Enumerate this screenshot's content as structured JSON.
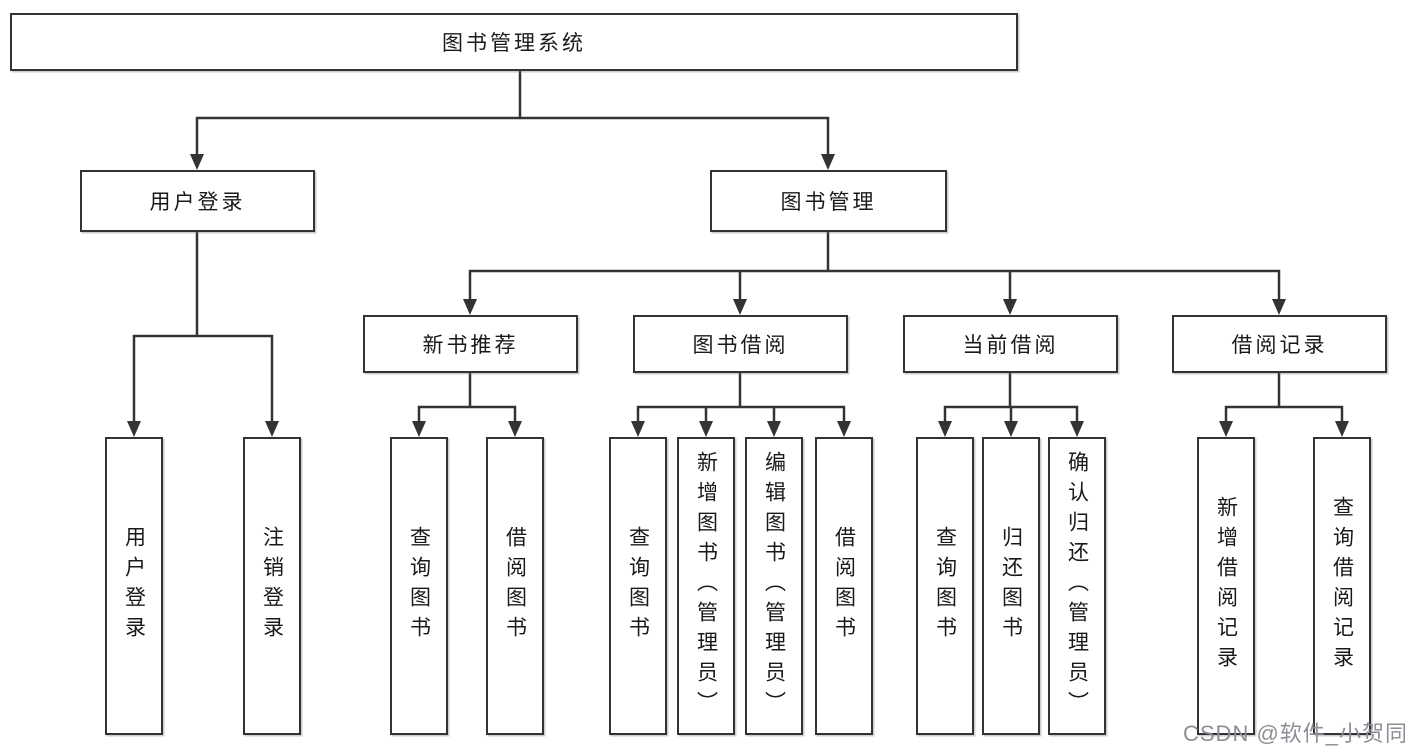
{
  "diagram": {
    "root": {
      "label": "图书管理系统"
    },
    "groups": {
      "user_login": {
        "label": "用户登录",
        "children": {
          "login": {
            "label": "用户登录"
          },
          "logout": {
            "label": "注销登录"
          }
        }
      },
      "book_mgmt": {
        "label": "图书管理",
        "children": {
          "new_book_rec": {
            "label": "新书推荐",
            "children": {
              "query": {
                "label": "查询图书"
              },
              "borrow": {
                "label": "借阅图书"
              }
            }
          },
          "book_borrow": {
            "label": "图书借阅",
            "children": {
              "query": {
                "label": "查询图书"
              },
              "add": {
                "label": "新增图书（管理员）"
              },
              "edit": {
                "label": "编辑图书（管理员）"
              },
              "borrow": {
                "label": "借阅图书"
              }
            }
          },
          "current_borrow": {
            "label": "当前借阅",
            "children": {
              "query": {
                "label": "查询图书"
              },
              "return": {
                "label": "归还图书"
              },
              "confirm": {
                "label": "确认归还（管理员）"
              }
            }
          },
          "borrow_records": {
            "label": "借阅记录",
            "children": {
              "add": {
                "label": "新增借阅记录"
              },
              "query": {
                "label": "查询借阅记录"
              }
            }
          }
        }
      }
    }
  },
  "watermark": {
    "text": "CSDN @软件_小贺同学"
  },
  "colors": {
    "background": "#ffffff",
    "line": "#333333",
    "box_border": "#333333",
    "text": "#1a1a1a",
    "watermark": "#8e8e96"
  }
}
